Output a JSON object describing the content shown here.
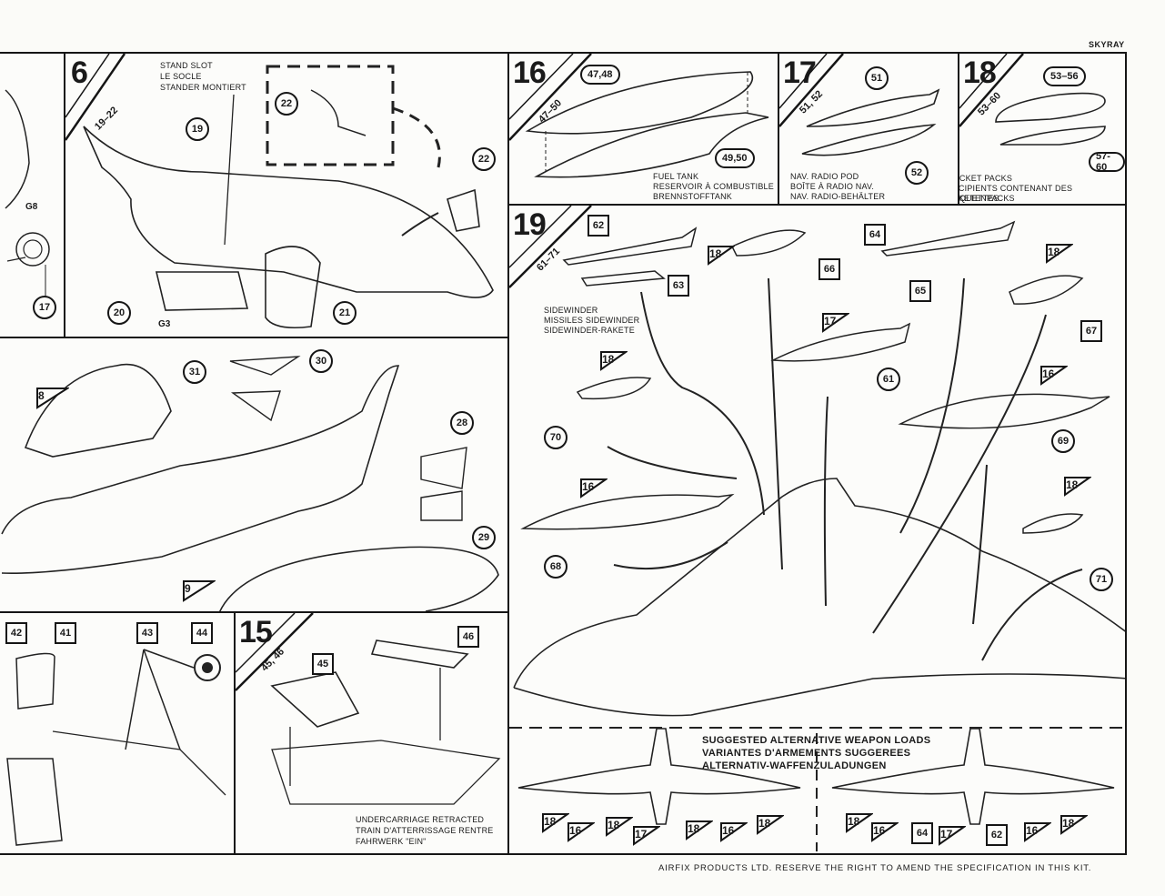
{
  "header": {
    "kit_name": "SKYRAY"
  },
  "steps": {
    "s6": {
      "number": "6",
      "parts_range": "19–22",
      "caption": [
        "STAND SLOT",
        "LE SOCLE",
        "STANDER MONTIERT"
      ],
      "labels": [
        "19",
        "22",
        "22",
        "20",
        "G3",
        "21"
      ]
    },
    "s_left_top": {
      "labels": [
        "G8",
        "17"
      ]
    },
    "s_fuselage": {
      "labels": [
        "8",
        "31",
        "30",
        "28",
        "29",
        "9"
      ]
    },
    "s_left_bottom": {
      "labels": [
        "42",
        "41",
        "43",
        "44"
      ]
    },
    "s15": {
      "number": "15",
      "parts_range": "45, 46",
      "labels": [
        "45",
        "46"
      ],
      "caption": [
        "UNDERCARRIAGE RETRACTED",
        "TRAIN D'ATTERRISSAGE RENTRE",
        "FAHRWERK \"EIN\""
      ]
    },
    "s16": {
      "number": "16",
      "parts_range": "47–50",
      "labels": [
        "47,48",
        "49,50"
      ],
      "caption": [
        "FUEL TANK",
        "RESERVOIR À COMBUSTIBLE",
        "BRENNSTOFFTANK"
      ]
    },
    "s17": {
      "number": "17",
      "parts_range": "51, 52",
      "labels": [
        "51",
        "52"
      ],
      "caption": [
        "NAV. RADIO POD",
        "BOÎTE À RADIO NAV.",
        "NAV. RADIO-BEHÄLTER"
      ]
    },
    "s18": {
      "number": "18",
      "parts_range": "53–60",
      "labels": [
        "53–56",
        "57-60"
      ],
      "caption": [
        "ROCKET PACKS",
        "RECIPIENTS CONTENANT DES ROQUETTES",
        "RAKETENPACKS"
      ]
    },
    "s19": {
      "number": "19",
      "parts_range": "61–71",
      "caption": [
        "SIDEWINDER",
        "MISSILES SIDEWINDER",
        "SIDEWINDER-RAKETE"
      ],
      "square_labels": [
        "62",
        "63",
        "64",
        "65",
        "66",
        "67"
      ],
      "circle_labels": [
        "61",
        "68",
        "69",
        "70",
        "71"
      ],
      "triangle_labels": [
        "18",
        "17",
        "18",
        "18",
        "16",
        "16",
        "18"
      ]
    }
  },
  "weapon_loads": {
    "title": [
      "SUGGESTED ALTERNATIVE WEAPON LOADS",
      "VARIANTES D'ARMEMENTS SUGGEREES",
      "ALTERNATIV-WAFFENZULADUNGEN"
    ],
    "load_a": [
      "18",
      "16",
      "18",
      "17",
      "18",
      "16",
      "18"
    ],
    "load_b": [
      "18",
      "16",
      "64",
      "17",
      "62",
      "16",
      "18"
    ]
  },
  "footer": {
    "notice": "AIRFIX PRODUCTS LTD. RESERVE THE RIGHT TO AMEND THE SPECIFICATION IN THIS KIT."
  }
}
